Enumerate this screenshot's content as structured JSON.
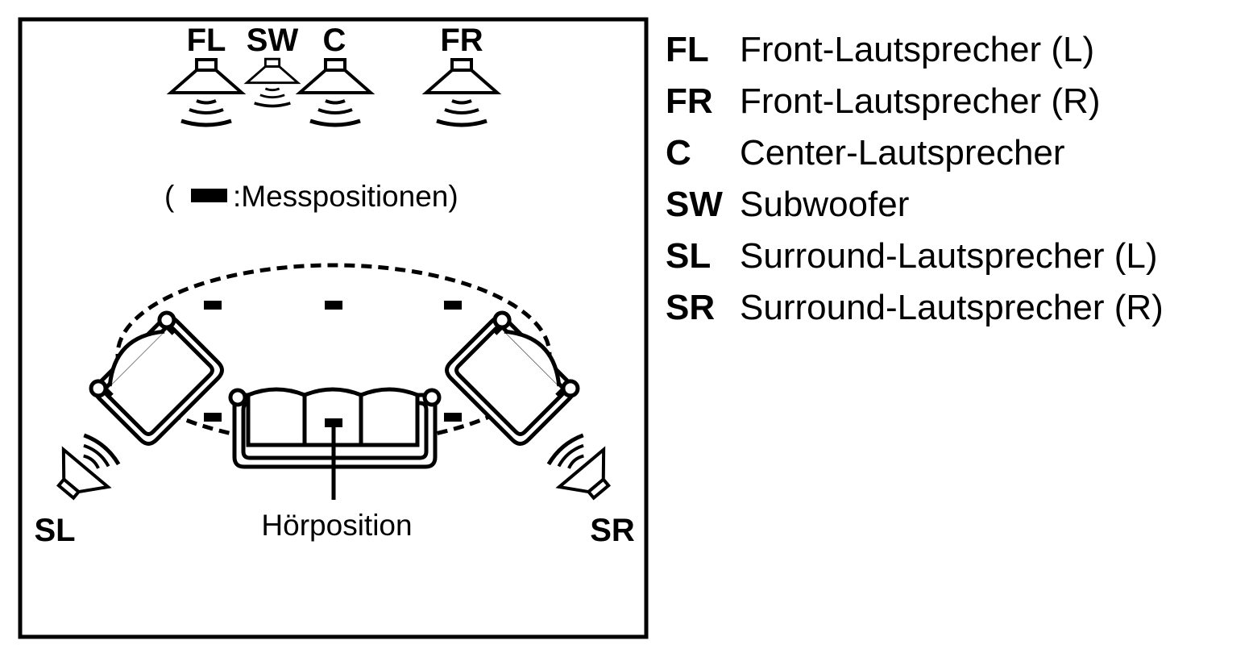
{
  "diagram": {
    "speaker_labels": {
      "fl": "FL",
      "sw": "SW",
      "c": "C",
      "fr": "FR",
      "sl": "SL",
      "sr": "SR"
    },
    "measure_note": {
      "open": "(",
      "text": ":Messpositionen)"
    },
    "listening_position": "Hörposition"
  },
  "legend": [
    {
      "code": "FL",
      "desc": "Front-Lautsprecher (L)"
    },
    {
      "code": "FR",
      "desc": "Front-Lautsprecher (R)"
    },
    {
      "code": "C",
      "desc": "Center-Lautsprecher"
    },
    {
      "code": "SW",
      "desc": "Subwoofer"
    },
    {
      "code": "SL",
      "desc": "Surround-Lautsprecher (L)"
    },
    {
      "code": "SR",
      "desc": "Surround-Lautsprecher (R)"
    }
  ]
}
